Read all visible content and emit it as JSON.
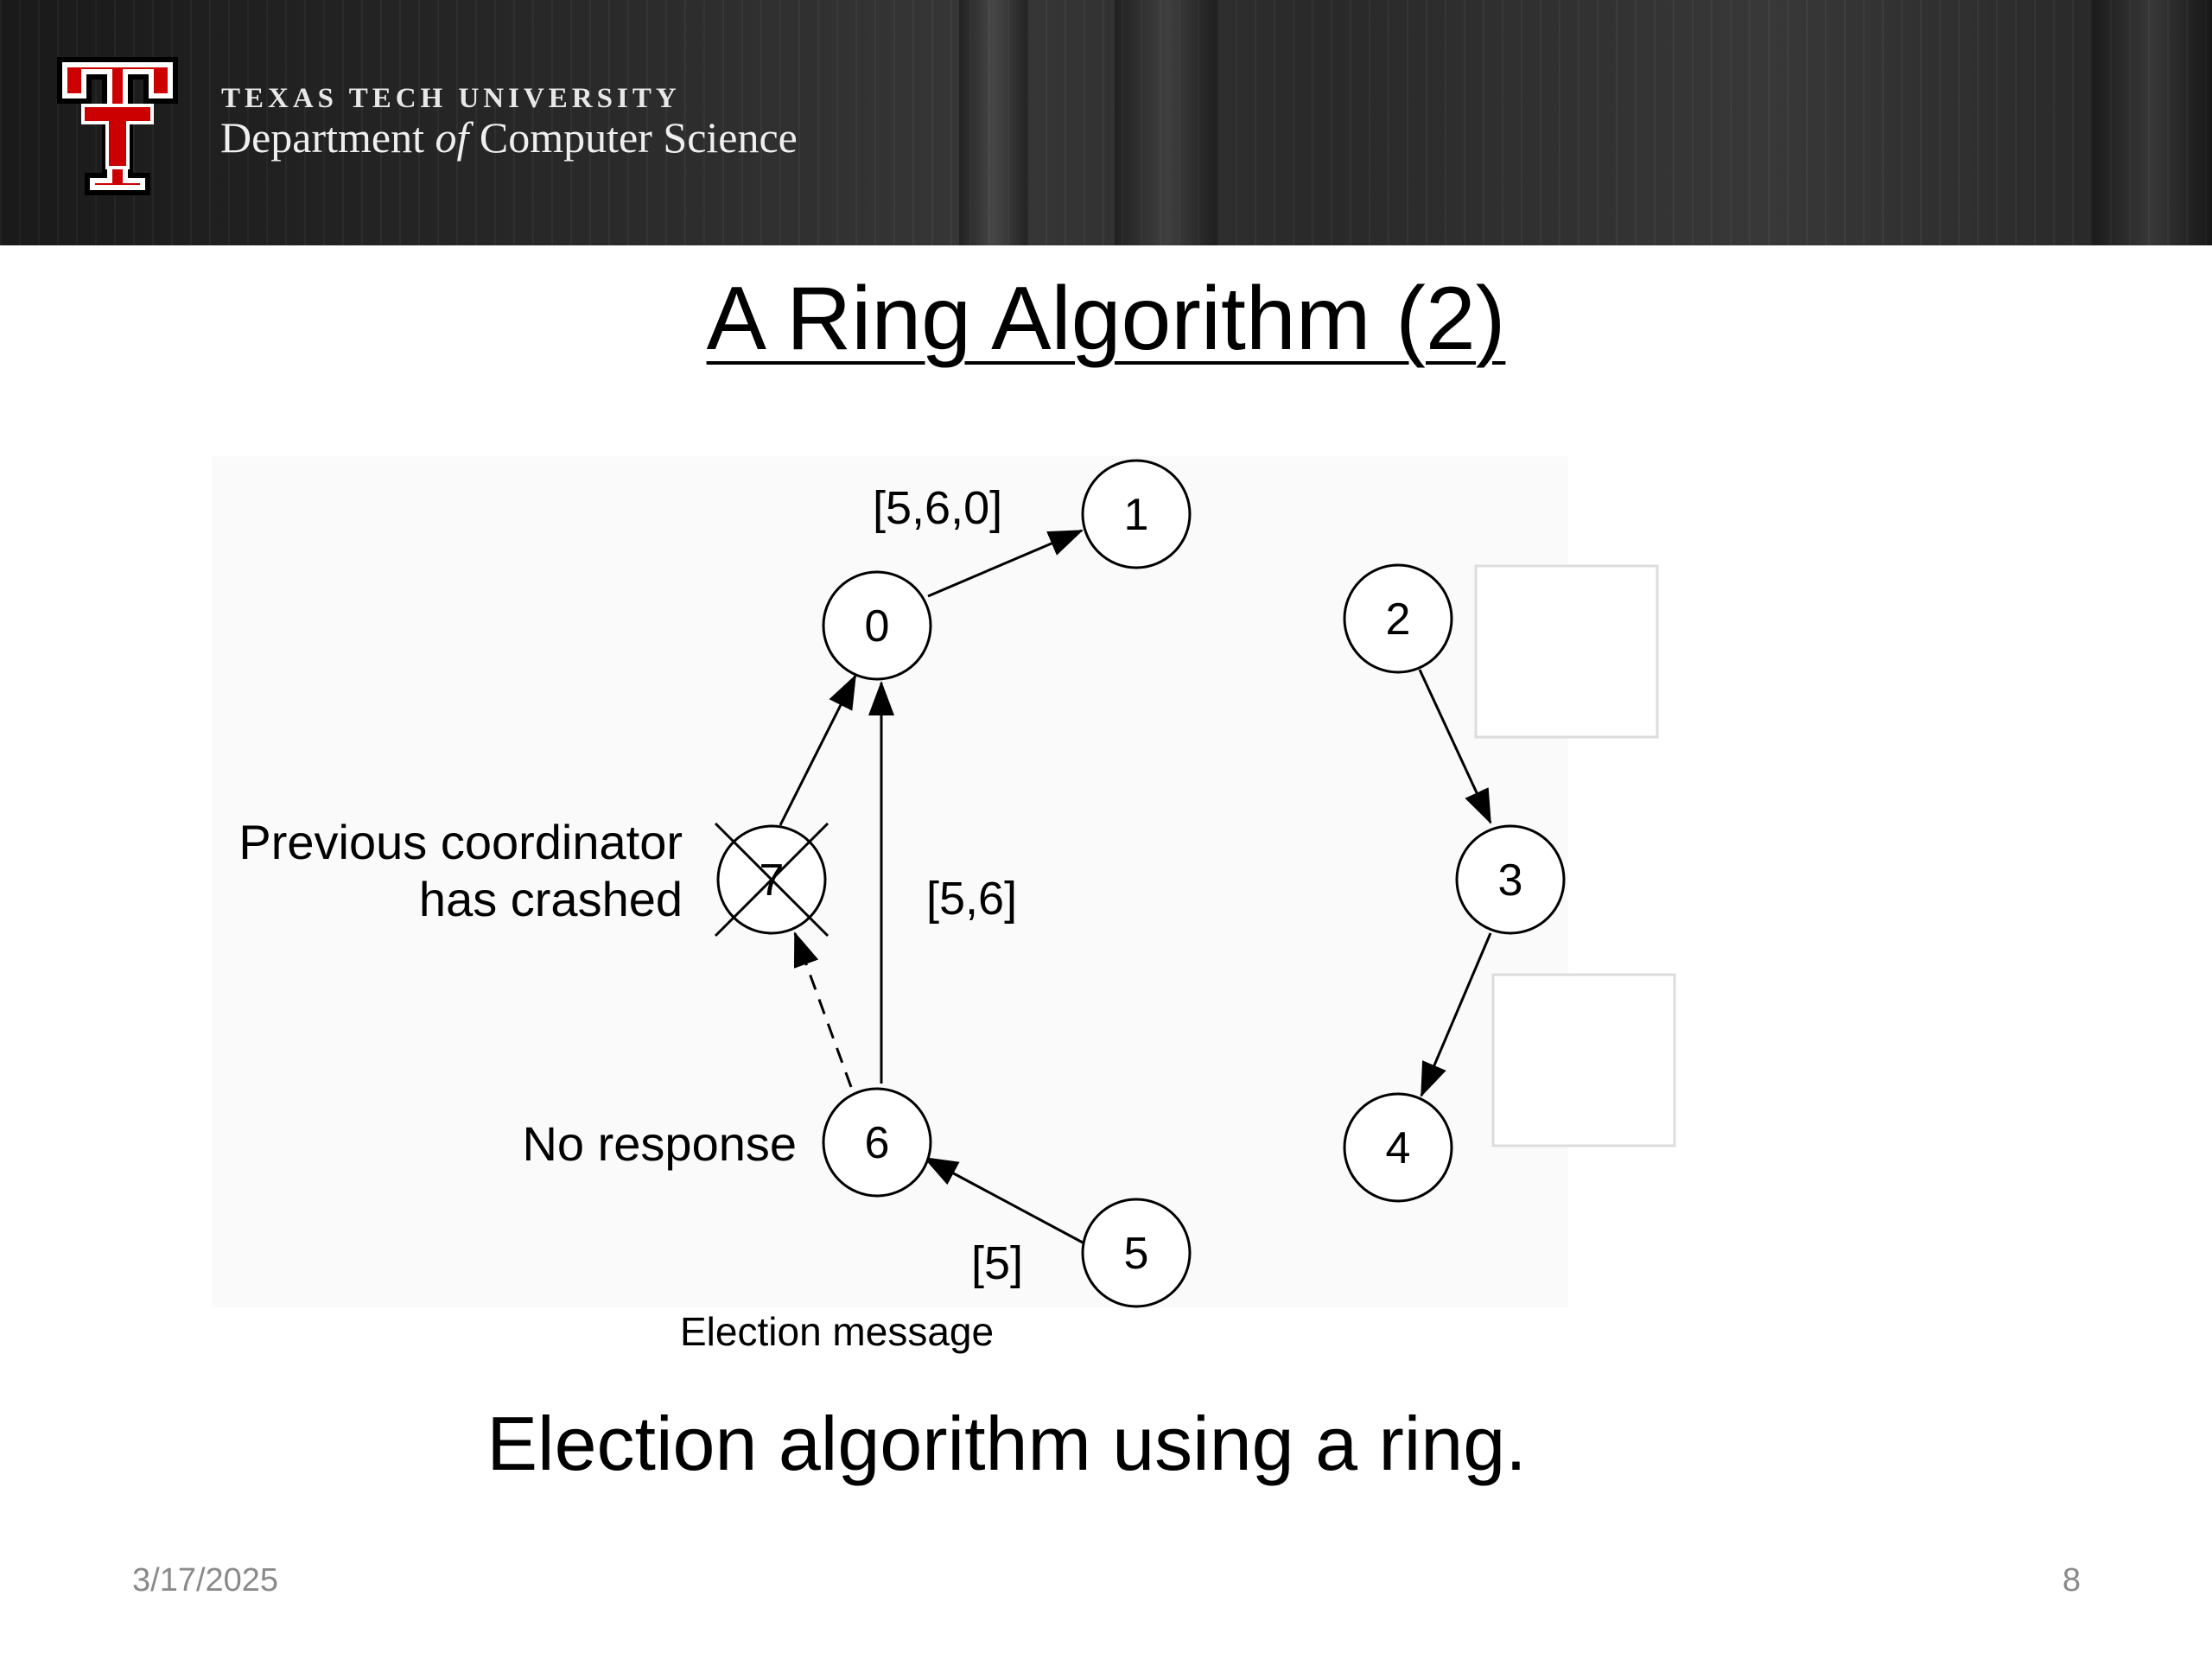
{
  "header": {
    "university": "Texas Tech University",
    "department_prefix": "Department ",
    "department_of": "of",
    "department_suffix": " Computer Science",
    "logo_icon": "double-t-logo-icon",
    "colors": {
      "logo_red": "#cc0000",
      "logo_white": "#ffffff",
      "logo_black": "#000000"
    }
  },
  "slide": {
    "title": "A Ring Algorithm (2)",
    "caption": "Election algorithm using a ring.",
    "date": "3/17/2025",
    "page": "8"
  },
  "diagram": {
    "nodes": [
      {
        "id": "0",
        "label": "0"
      },
      {
        "id": "1",
        "label": "1"
      },
      {
        "id": "2",
        "label": "2"
      },
      {
        "id": "3",
        "label": "3"
      },
      {
        "id": "4",
        "label": "4"
      },
      {
        "id": "5",
        "label": "5"
      },
      {
        "id": "6",
        "label": "6"
      },
      {
        "id": "7",
        "label": "7",
        "crashed": true
      }
    ],
    "edges": [
      {
        "from": "0",
        "to": "1",
        "label": "[5,6,0]"
      },
      {
        "from": "6",
        "to": "0",
        "label": "[5,6]"
      },
      {
        "from": "7",
        "to": "0",
        "label": ""
      },
      {
        "from": "6",
        "to": "7",
        "label": "",
        "dashed": true
      },
      {
        "from": "5",
        "to": "6",
        "label": "[5]"
      },
      {
        "from": "2",
        "to": "3",
        "label": ""
      },
      {
        "from": "3",
        "to": "4",
        "label": ""
      }
    ],
    "annotations": {
      "crashed_line1": "Previous coordinator",
      "crashed_line2": "has crashed",
      "no_response": "No response",
      "election_message": "Election message"
    }
  }
}
